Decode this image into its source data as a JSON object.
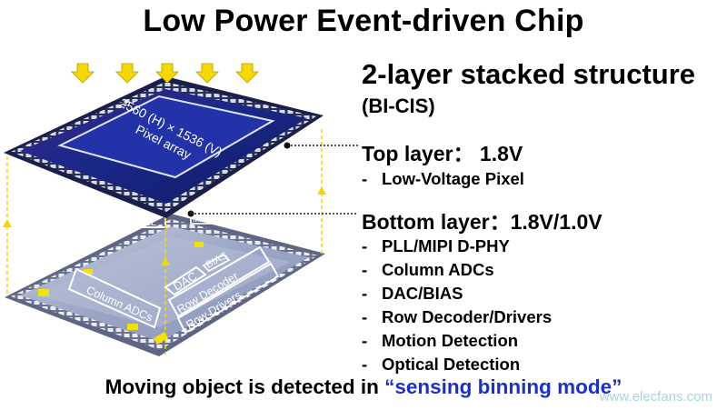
{
  "title": "Low Power Event-driven Chip",
  "heading": "2-layer stacked structure",
  "subheading": "(BI-CIS)",
  "top_layer": {
    "title": "Top layer： 1.8V",
    "items": [
      "Low-Voltage Pixel"
    ]
  },
  "bottom_layer": {
    "title": "Bottom layer：1.8V/1.0V",
    "items": [
      "PLL/MIPI D-PHY",
      "Column ADCs",
      "DAC/BIAS",
      "Row Decoder/Drivers",
      "Motion Detection",
      "Optical Detection"
    ]
  },
  "chip_labels": {
    "pixel_array_line1": "2560 (H) × 1536 (V)",
    "pixel_array_line2": "Pixel array",
    "pll": "PLL",
    "mipi": "MIPI",
    "bias": "BIAS",
    "dac": "DAC",
    "column_adcs": "Column ADCs",
    "row_decoder": "Row Decoder",
    "row_drivers": "Row Drivers"
  },
  "caption": {
    "prefix": "Moving object is detected in ",
    "highlight": "“sensing binning mode”"
  },
  "watermark": "www.elecfans.com",
  "colors": {
    "arrow": "#f4d800",
    "quote": "#1a2fd0",
    "top_die": "#1d2585",
    "bottom_die": "#9fa8c8"
  }
}
